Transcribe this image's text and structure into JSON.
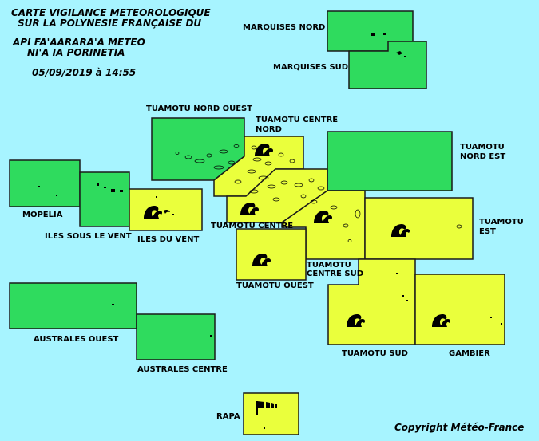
{
  "header": {
    "line1": "CARTE VIGILANCE METEOROLOGIQUE",
    "line2": "SUR LA POLYNESIE FRANÇAISE DU",
    "line3": "API FA'AARARA'A METEO",
    "line4": "NI'A IA PORINETIA",
    "datetime": "05/09/2019 à 14:55"
  },
  "copyright": "Copyright Météo-France",
  "colors": {
    "ocean": "#a7f4ff",
    "green": "#2fdb5e",
    "yellow": "#eaff3c"
  },
  "zones": {
    "marquises_nord": {
      "label": "MARQUISES NORD",
      "vigilance": "green"
    },
    "marquises_sud": {
      "label": "MARQUISES SUD",
      "vigilance": "green"
    },
    "tuamotu_nord_ouest": {
      "label": "TUAMOTU NORD OUEST",
      "vigilance": "green"
    },
    "tuamotu_centre_nord": {
      "label_1": "TUAMOTU CENTRE",
      "label_2": "NORD",
      "vigilance": "yellow",
      "icon": "heavy-swell"
    },
    "tuamotu_nord_est": {
      "label_1": "TUAMOTU",
      "label_2": "NORD EST",
      "vigilance": "green"
    },
    "mopelia": {
      "label": "MOPELIA",
      "vigilance": "green"
    },
    "iles_sous_le_vent": {
      "label": "ILES SOUS LE VENT",
      "vigilance": "green"
    },
    "iles_du_vent": {
      "label": "ILES DU VENT",
      "vigilance": "yellow",
      "icon": "heavy-swell"
    },
    "tuamotu_centre": {
      "label": "TUAMOTU CENTRE",
      "vigilance": "yellow",
      "icon": "heavy-swell"
    },
    "tuamotu_centre_sud": {
      "label_1": "TUAMOTU",
      "label_2": "CENTRE SUD",
      "vigilance": "yellow",
      "icon": "heavy-swell"
    },
    "tuamotu_est": {
      "label_1": "TUAMOTU",
      "label_2": "EST",
      "vigilance": "yellow",
      "icon": "heavy-swell"
    },
    "tuamotu_ouest": {
      "label": "TUAMOTU OUEST",
      "vigilance": "yellow",
      "icon": "heavy-swell"
    },
    "australes_ouest": {
      "label": "AUSTRALES OUEST",
      "vigilance": "green"
    },
    "australes_centre": {
      "label": "AUSTRALES CENTRE",
      "vigilance": "green"
    },
    "tuamotu_sud": {
      "label": "TUAMOTU SUD",
      "vigilance": "yellow",
      "icon": "heavy-swell"
    },
    "gambier": {
      "label": "GAMBIER",
      "vigilance": "yellow",
      "icon": "heavy-swell"
    },
    "rapa": {
      "label": "RAPA",
      "vigilance": "yellow",
      "icon": "strong-wind"
    }
  }
}
